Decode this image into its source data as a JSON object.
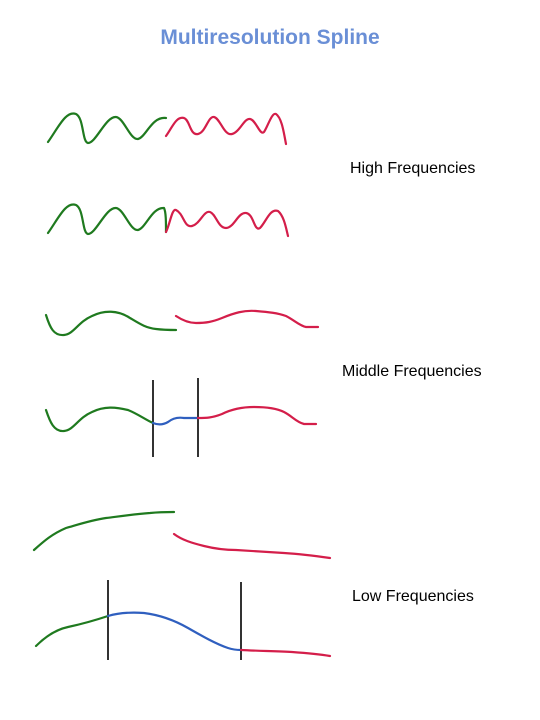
{
  "title": "Multiresolution Spline",
  "bands": {
    "high": {
      "label": "High Frequencies"
    },
    "middle": {
      "label": "Middle Frequencies"
    },
    "low": {
      "label": "Low Frequencies"
    }
  },
  "colors": {
    "title": "#6a8fd6",
    "left_signal": "#1f7a1f",
    "right_signal": "#d41e4a",
    "blend_region": "#2f5fbf",
    "divider": "#000000"
  }
}
